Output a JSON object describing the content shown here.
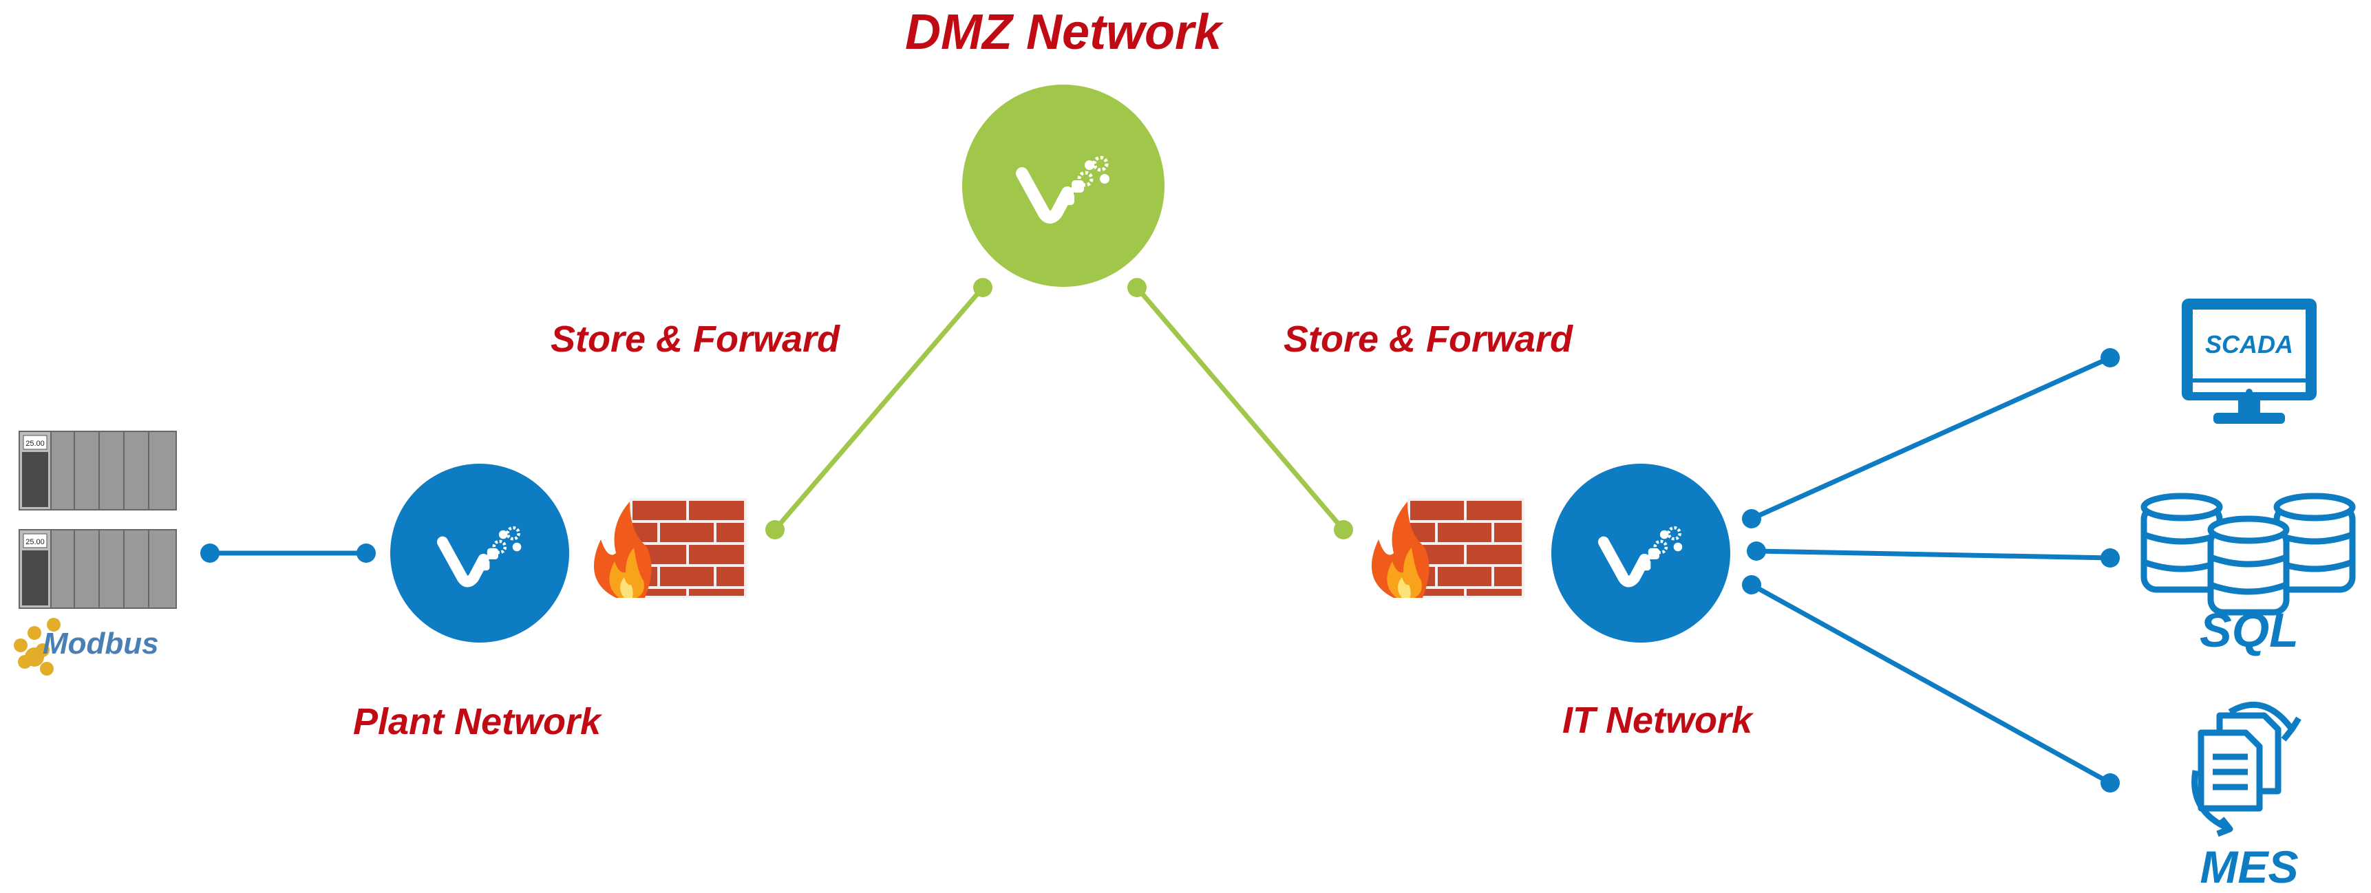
{
  "labels": {
    "dmz": "DMZ Network",
    "plant": "Plant Network",
    "it": "IT Network",
    "store_forward_left": "Store & Forward",
    "store_forward_right": "Store & Forward"
  },
  "endpoints": {
    "scada": "SCADA",
    "sql": "SQL",
    "mes": "MES"
  },
  "devices": {
    "plc_tag_top": "25.00",
    "plc_tag_bottom": "25.00",
    "modbus": "Modbus"
  },
  "colors": {
    "label_red": "#c00a14",
    "node_blue": "#0d7cc2",
    "node_green": "#a0c64a",
    "brick": "#c0462e"
  },
  "icons": {
    "node": "vlogger-gears-icon",
    "firewall": "firewall-icon",
    "scada": "monitor-icon",
    "sql": "database-icon",
    "mes": "documents-sync-icon"
  }
}
